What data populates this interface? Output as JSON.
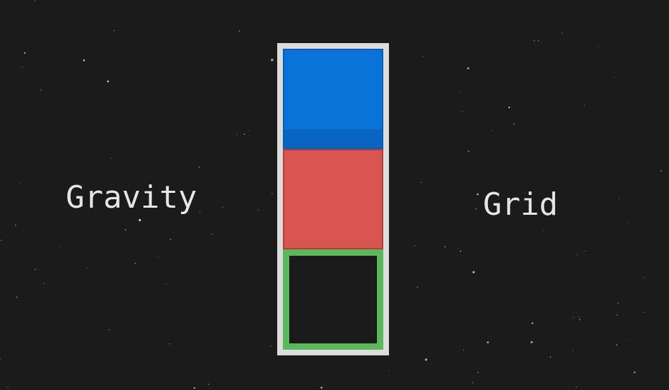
{
  "title": {
    "left_word": "Gravity",
    "right_word": "Grid"
  },
  "colors": {
    "background": "#1b1b1b",
    "frame": "#dcdcdc",
    "block_blue": "#0a73d9",
    "block_red": "#d95650",
    "target_outline": "#5cb85c",
    "text": "#e6e6e6"
  },
  "grid": {
    "columns": 1,
    "rows": 3,
    "cells": [
      {
        "row": 0,
        "kind": "block",
        "color": "blue"
      },
      {
        "row": 1,
        "kind": "block",
        "color": "red"
      },
      {
        "row": 2,
        "kind": "target",
        "color": "green"
      }
    ]
  }
}
